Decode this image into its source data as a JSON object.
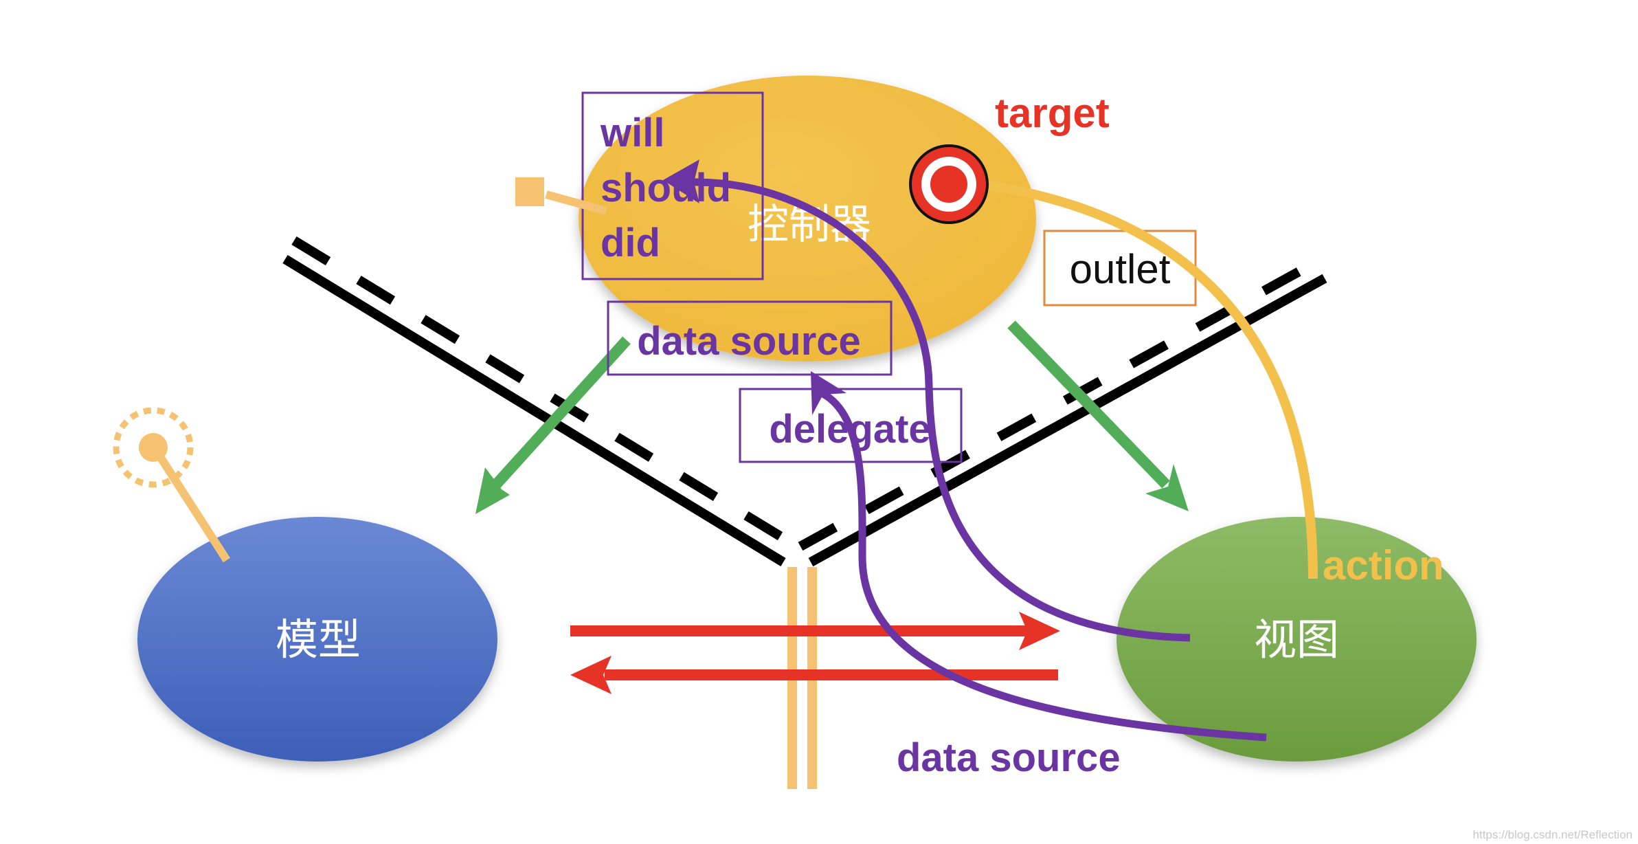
{
  "nodes": {
    "controller": {
      "label": "控制器"
    },
    "model": {
      "label": "模型"
    },
    "view": {
      "label": "视图"
    }
  },
  "labels": {
    "will": "will",
    "should": "should",
    "did": "did",
    "target": "target",
    "outlet": "outlet",
    "data_source_top": "data source",
    "delegate": "delegate",
    "action": "action",
    "data_source_bottom": "data source",
    "watermark": "https://blog.csdn.net/Reflection"
  },
  "colors": {
    "controller": "#f2c04b",
    "model": "#4a6cc3",
    "view": "#77a84a",
    "purple": "#6a35a3",
    "red": "#e63325",
    "orange_box": "#e08a3c",
    "green_arrow": "#52ad59",
    "light_orange": "#f4c270",
    "yellow_arc": "#f2c04b",
    "black": "#000000"
  }
}
